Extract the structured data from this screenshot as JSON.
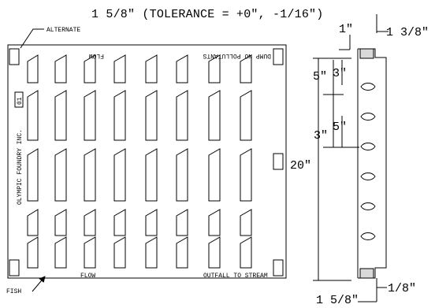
{
  "drawing": {
    "top_dimension": "1 5/8\" (TOLERANCE = +0\", -1/16\")",
    "labels": {
      "alternate": "ALTERNATE",
      "fish": "FISH",
      "flow_top": "FLOW",
      "flow_bottom": "FLOW",
      "pump": "DUMP NO POLLUTANTS",
      "outfall": "OUTFALL TO STREAM",
      "maker": "OLYMPIC FOUNDRY INC.",
      "code": "01"
    },
    "dimensions": {
      "one_inch": "1\"",
      "one_three_eighths": "1 3/8\"",
      "five_a": "5\"",
      "three_a": "3\"",
      "three_b": "3\"",
      "five_b": "5\"",
      "twenty": "20\"",
      "one_eighth": "1/8\"",
      "bottom_width": "1 5/8\""
    }
  }
}
